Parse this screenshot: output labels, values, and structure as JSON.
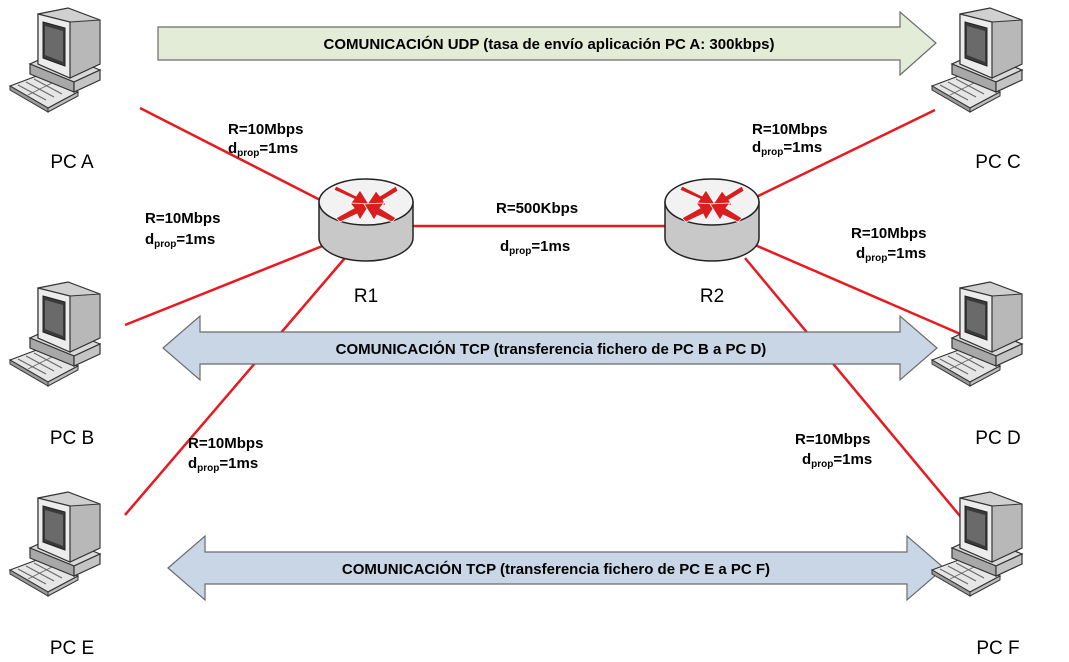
{
  "colors": {
    "link": "#e8191f",
    "udp_fill": "#e3ecd6",
    "tcp_fill": "#c9d6e6",
    "arrow_stroke": "#6b6b6b"
  },
  "udp_arrow": {
    "text": "COMUNICACIÓN UDP (tasa de envío aplicación PC A: 300kbps)"
  },
  "tcp_arrow_bd": {
    "text": "COMUNICACIÓN TCP (transferencia fichero de PC B a PC D)"
  },
  "tcp_arrow_ef": {
    "text": "COMUNICACIÓN TCP (transferencia fichero de PC E a PC F)"
  },
  "pcs": {
    "a": {
      "label": "PC A",
      "icon": "desktop-computer-icon"
    },
    "b": {
      "label": "PC B",
      "icon": "desktop-computer-icon"
    },
    "c": {
      "label": "PC C",
      "icon": "desktop-computer-icon"
    },
    "d": {
      "label": "PC D",
      "icon": "desktop-computer-icon"
    },
    "e": {
      "label": "PC E",
      "icon": "desktop-computer-icon"
    },
    "f": {
      "label": "PC F",
      "icon": "desktop-computer-icon"
    }
  },
  "routers": {
    "r1": {
      "label": "R1",
      "icon": "router-icon"
    },
    "r2": {
      "label": "R2",
      "icon": "router-icon"
    }
  },
  "links": {
    "a_r1": {
      "rate": "R=10Mbps",
      "d": "d",
      "sub": "prop",
      "delay": "=1ms"
    },
    "b_r1": {
      "rate": "R=10Mbps",
      "d": "d",
      "sub": "prop",
      "delay": "=1ms"
    },
    "e_r1": {
      "rate": "R=10Mbps",
      "d": "d",
      "sub": "prop",
      "delay": "=1ms"
    },
    "r1_r2": {
      "rate": "R=500Kbps",
      "d": "d",
      "sub": "prop",
      "delay": "=1ms"
    },
    "c_r2": {
      "rate": "R=10Mbps",
      "d": "d",
      "sub": "prop",
      "delay": "=1ms"
    },
    "d_r2": {
      "rate": "R=10Mbps",
      "d": "d",
      "sub": "prop",
      "delay": "=1ms"
    },
    "f_r2": {
      "rate": "R=10Mbps",
      "d": "d",
      "sub": "prop",
      "delay": "=1ms"
    }
  }
}
